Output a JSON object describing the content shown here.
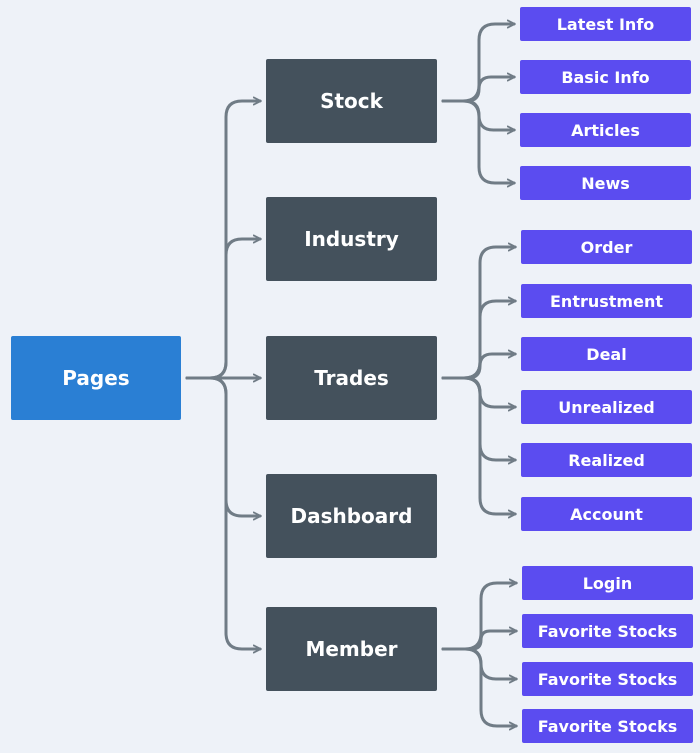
{
  "colors": {
    "background": "#eef2f8",
    "root": "#2a7fd4",
    "section": "#44515c",
    "leaf": "#5b4cf0",
    "connector": "#707c86"
  },
  "root": {
    "label": "Pages"
  },
  "sections": [
    {
      "id": "stock",
      "label": "Stock",
      "children": [
        "Latest Info",
        "Basic Info",
        "Articles",
        "News"
      ]
    },
    {
      "id": "industry",
      "label": "Industry",
      "children": []
    },
    {
      "id": "trades",
      "label": "Trades",
      "children": [
        "Order",
        "Entrustment",
        "Deal",
        "Unrealized",
        "Realized",
        "Account"
      ]
    },
    {
      "id": "dashboard",
      "label": "Dashboard",
      "children": []
    },
    {
      "id": "member",
      "label": "Member",
      "children": [
        "Login",
        "Favorite Stocks",
        "Favorite Stocks",
        "Favorite Stocks"
      ]
    }
  ]
}
